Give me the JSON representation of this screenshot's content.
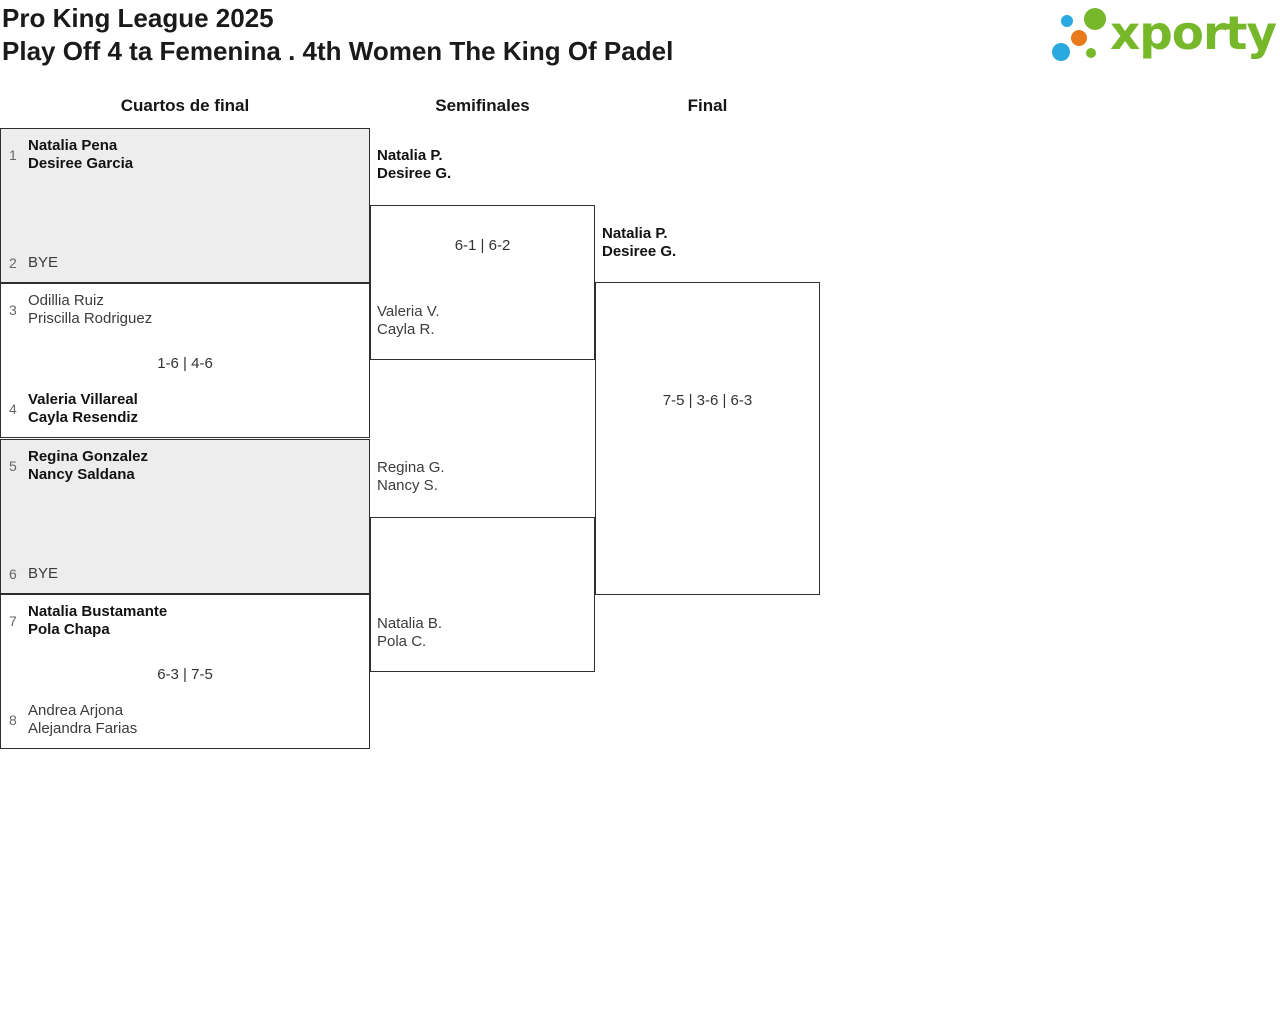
{
  "header": {
    "title": "Pro King League 2025",
    "subtitle": "Play Off 4 ta Femenina . 4th Women The King Of Padel",
    "logo": {
      "brand": "xporty",
      "colors": {
        "green": "#76B82A",
        "blue": "#2AA8E0",
        "orange": "#E8791D"
      }
    }
  },
  "rounds": [
    {
      "label": "Cuartos de final"
    },
    {
      "label": "Semifinales"
    },
    {
      "label": "Final"
    }
  ],
  "quarterfinals": [
    {
      "seed_top": "1",
      "team_top": [
        "Natalia Pena",
        "Desiree Garcia"
      ],
      "top_winner": true,
      "seed_bottom": "2",
      "team_bottom": [
        "BYE"
      ],
      "bottom_winner": false,
      "score": ""
    },
    {
      "seed_top": "3",
      "team_top": [
        "Odillia Ruiz",
        "Priscilla Rodriguez"
      ],
      "top_winner": false,
      "seed_bottom": "4",
      "team_bottom": [
        "Valeria Villareal",
        "Cayla Resendiz"
      ],
      "bottom_winner": true,
      "score": "1-6 | 4-6"
    },
    {
      "seed_top": "5",
      "team_top": [
        "Regina Gonzalez",
        "Nancy Saldana"
      ],
      "top_winner": true,
      "seed_bottom": "6",
      "team_bottom": [
        "BYE"
      ],
      "bottom_winner": false,
      "score": ""
    },
    {
      "seed_top": "7",
      "team_top": [
        "Natalia Bustamante",
        "Pola Chapa"
      ],
      "top_winner": true,
      "seed_bottom": "8",
      "team_bottom": [
        "Andrea Arjona",
        "Alejandra Farias"
      ],
      "bottom_winner": false,
      "score": "6-3 | 7-5"
    }
  ],
  "semifinals": [
    {
      "team_top": [
        "Natalia P.",
        "Desiree G."
      ],
      "top_winner": true,
      "team_bottom": [
        "Valeria V.",
        "Cayla R."
      ],
      "bottom_winner": false,
      "score": "6-1 | 6-2"
    },
    {
      "team_top": [
        "Regina G.",
        "Nancy S."
      ],
      "top_winner": false,
      "team_bottom": [
        "Natalia B.",
        "Pola C."
      ],
      "bottom_winner": false,
      "score": ""
    }
  ],
  "final": {
    "team_top": [
      "Natalia P.",
      "Desiree G."
    ],
    "top_winner": true,
    "score": "7-5 | 3-6 | 6-3"
  }
}
